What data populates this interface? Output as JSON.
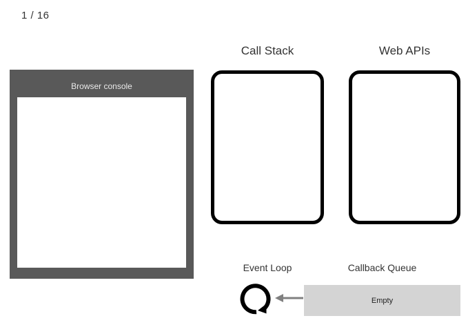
{
  "slide": {
    "counter": "1 / 16",
    "current_page": 1,
    "total_pages": 16
  },
  "console": {
    "title": "Browser console",
    "log": ""
  },
  "call_stack": {
    "title": "Call Stack",
    "frames": []
  },
  "web_apis": {
    "title": "Web APIs",
    "entries": []
  },
  "event_loop": {
    "title": "Event Loop",
    "icon": "circular-arrow-icon"
  },
  "connector": {
    "icon": "arrow-left-icon"
  },
  "callback_queue": {
    "title": "Callback Queue",
    "status": "Empty",
    "items": []
  },
  "colors": {
    "background": "#ffffff",
    "console_frame": "#595959",
    "console_title_text": "#e9e9e9",
    "console_screen": "#ffffff",
    "box_border": "#000000",
    "queue_fill": "#d4d4d4",
    "arrow": "#808080",
    "text": "#333333"
  }
}
